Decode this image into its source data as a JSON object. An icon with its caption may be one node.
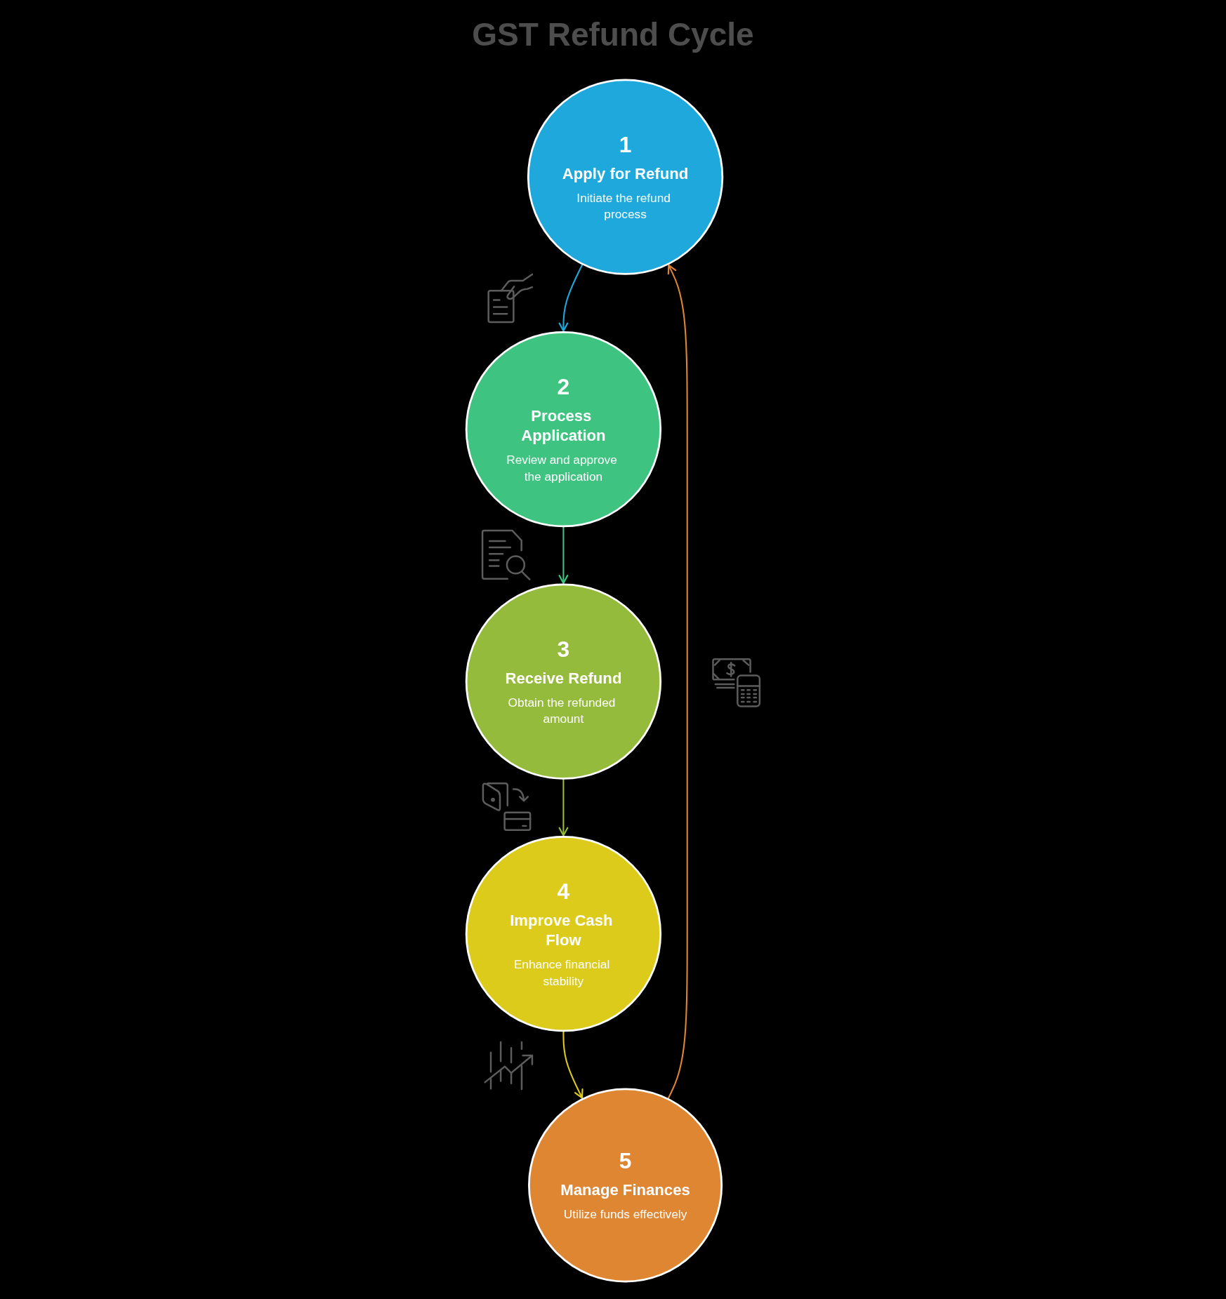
{
  "diagram": {
    "title": "GST Refund Cycle",
    "nodes": [
      {
        "text": [
          "1",
          "Apply for Refund",
          "Initiate the refund process"
        ]
      },
      {
        "text": [
          "2",
          "Process Application",
          "Review and approve the application"
        ]
      },
      {
        "text": [
          "3",
          "Receive Refund",
          "Obtain the refunded amount"
        ]
      },
      {
        "text": [
          "4",
          "Improve Cash Flow",
          "Enhance financial stability"
        ]
      },
      {
        "text": [
          "5",
          "Manage Finances",
          "Utilize funds effectively"
        ]
      }
    ],
    "edges": [
      {
        "from": 0,
        "to": 1,
        "arrow": "to",
        "color": "#1fa8dc"
      },
      {
        "from": 1,
        "to": 2,
        "arrow": "to",
        "color": "#3ec480"
      },
      {
        "from": 2,
        "to": 3,
        "arrow": "to",
        "color": "#95bb3c"
      },
      {
        "from": 3,
        "to": 4,
        "arrow": "to",
        "color": "#dccb1b"
      },
      {
        "from": 4,
        "to": 0,
        "arrow": "to",
        "color": "#df8633"
      }
    ]
  }
}
